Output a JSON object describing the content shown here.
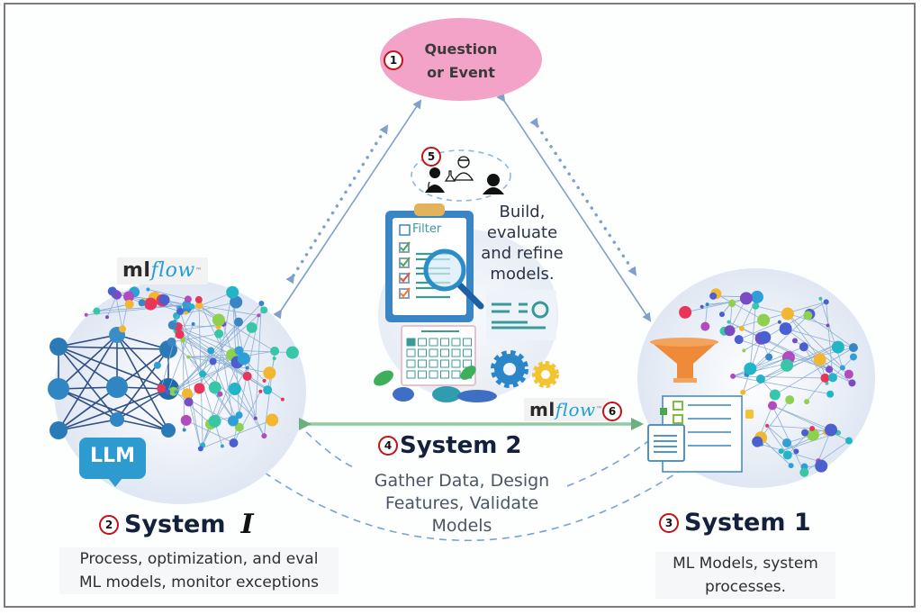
{
  "question_node": {
    "label_line1": "Question",
    "label_line2": "or Event",
    "step": "1",
    "fill": "#f4a3c8"
  },
  "system_i": {
    "step": "2",
    "title": "System",
    "title_glyph": "𝑰",
    "description_line1": "Process, optimization, and eval",
    "description_line2": "ML models, monitor exceptions",
    "llm_label": "LLM",
    "logo": {
      "ml": "ml",
      "flow": "flow",
      "tm": "™"
    },
    "icon": "neural-network-llm-icon"
  },
  "system_1": {
    "step": "3",
    "title": "System 1",
    "description_line1": "ML Models, system",
    "description_line2": "processes.",
    "icon": "data-pipeline-network-icon"
  },
  "system_2": {
    "step": "4",
    "title": "System 2",
    "description_line1": "Gather Data, Design",
    "description_line2": "Features, Validate",
    "description_line3": "Models",
    "logo": {
      "ml": "ml",
      "flow": "flow",
      "tm": "™"
    },
    "logo_step": "6"
  },
  "team": {
    "step": "5",
    "caption_line1": "Build,",
    "caption_line2": "evaluate",
    "caption_line3": "and refine",
    "caption_line4": "models.",
    "clipboard_label": "Filter",
    "icons": [
      "doctor-icon",
      "scientist-icon",
      "person-icon"
    ]
  },
  "colors": {
    "arrow": "#7fa0c9",
    "green_arrow": "#7cc08f",
    "dashed": "#7aa2d0",
    "badge_ring": "#c0141a",
    "title": "#14213d"
  }
}
